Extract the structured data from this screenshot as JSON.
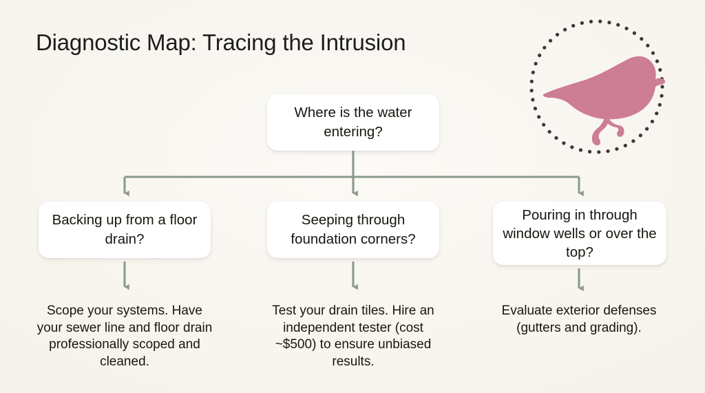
{
  "page": {
    "title": "Diagnostic Map: Tracing the Intrusion",
    "background_color": "#faf7f1"
  },
  "logo": {
    "name": "bird-logo",
    "shape": "dotted-circle-with-bird-silhouette",
    "bird_color": "#cd7d95",
    "dot_color": "#3a3a38"
  },
  "colors": {
    "connector": "#8b9a8b",
    "node_background": "#ffffff",
    "text": "#16160f",
    "accent_pink": "#cd7d95"
  },
  "flow": {
    "root": {
      "label": "Where is the water entering?"
    },
    "branches": [
      {
        "question": "Backing up from a floor drain?",
        "outcome": "Scope your systems. Have your sewer line and floor drain professionally scoped and cleaned."
      },
      {
        "question": "Seeping through foundation corners?",
        "outcome": "Test your drain tiles. Hire an independent tester (cost ~$500) to ensure unbiased results."
      },
      {
        "question": "Pouring in through window wells or over the top?",
        "outcome": "Evaluate exterior defenses (gutters and grading)."
      }
    ]
  }
}
